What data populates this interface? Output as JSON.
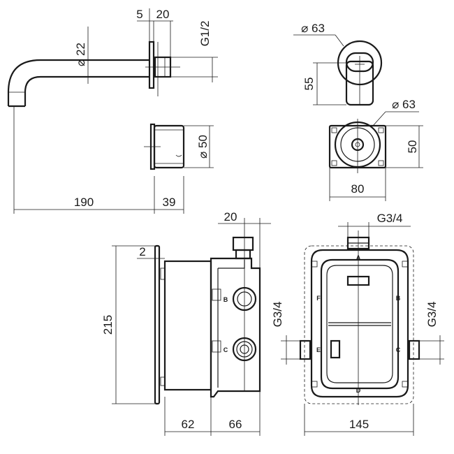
{
  "dimensions": {
    "spout_diameter": "⌀ 22",
    "flange_thickness": "5",
    "connector_length": "20",
    "thread_outlet": "G1/2",
    "trim_diameter": "⌀ 63",
    "trim_height": "55",
    "plate_diameter": "⌀ 63",
    "plate_height": "50",
    "plate_width": "80",
    "sleeve_diameter": "⌀ 50",
    "spout_length": "190",
    "sleeve_depth": "39",
    "box_top_offset": "20",
    "box_wall": "2",
    "box_height": "215",
    "box_depth_back": "62",
    "box_depth_front": "66",
    "box_width": "145",
    "thread_top": "G3/4",
    "thread_left": "G3/4",
    "thread_right": "G3/4"
  },
  "port_labels": {
    "top": "A",
    "bottom": "D",
    "left_upper": "F",
    "left_lower": "E",
    "right_upper": "B",
    "right_lower": "C",
    "side_upper": "B",
    "side_lower": "C"
  }
}
